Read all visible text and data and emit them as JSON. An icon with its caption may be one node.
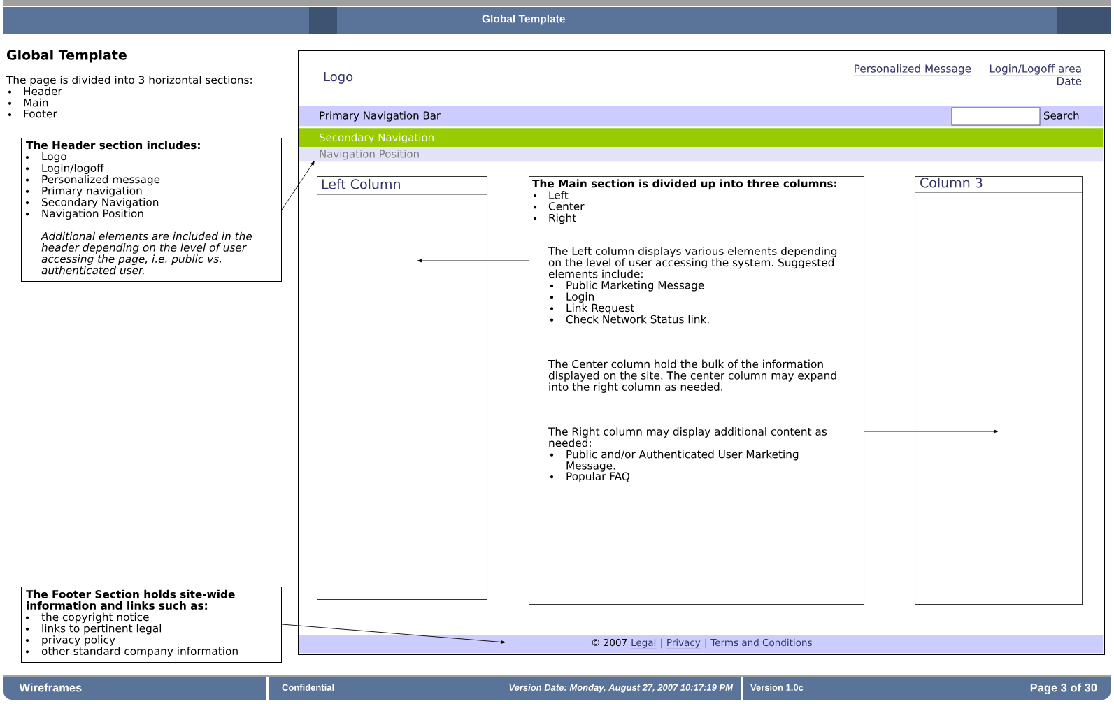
{
  "diagram": {
    "title": "Global Template",
    "nodes": [
      {
        "text": [
          "The Header section includes:",
          "Logo",
          "Login/logoff",
          "Personalized message",
          "Primary navigation",
          "Secondary Navigation",
          "Navigation Position",
          "Additional elements are included in the header depending on the level of user accessing the page, i.e. public vs. authenticated user."
        ]
      },
      {
        "text": [
          "Logo",
          "Personalized Message",
          "Login/Logoff area",
          "Date"
        ]
      },
      {
        "text": [
          "Primary Navigation Bar",
          "Search"
        ],
        "in": 1
      },
      {
        "text": [
          "Secondary Navigation"
        ],
        "in": 1
      },
      {
        "text": [
          "Navigation Position"
        ],
        "in": 1
      },
      {
        "text": [
          "Left Column"
        ],
        "in": 1
      },
      {
        "text": [
          "The Main section is divided up into three columns:",
          "Left",
          "Center",
          "Right",
          "The Left column displays various elements depending on the level of user accessing the system. Suggested elements include:",
          "Public Marketing Message",
          "Login",
          "Link Request",
          "Check Network Status link.",
          "The Center column hold the bulk of the information displayed on the site. The center column may expand into the right column as needed.",
          "The Right column may display additional content as needed:",
          "Public and/or Authenticated User Marketing Message.",
          "Popular FAQ"
        ],
        "in": 1
      },
      {
        "text": [
          "Column 3"
        ],
        "in": 1
      },
      {
        "text": [
          "© 2007",
          "Legal",
          "|",
          "Privacy",
          "|",
          "Terms and Conditions"
        ],
        "in": 1
      },
      {
        "text": [
          "The Footer Section holds site-wide information and links such as:",
          "the copyright notice",
          "links to pertinent legal",
          "privacy policy",
          "other standard company information"
        ]
      }
    ],
    "edges": [
      {
        "from": 0,
        "to": 4,
        "arrow": "to"
      },
      {
        "from": 6,
        "to": 5,
        "arrow": "to"
      },
      {
        "from": 6,
        "to": 7,
        "arrow": "to"
      },
      {
        "from": 9,
        "to": 8,
        "arrow": "to"
      }
    ],
    "labels": [
      "Global Template",
      "The page is divided into 3 horizontal sections:",
      "Header",
      "Main",
      "Footer",
      "Wireframes",
      "Confidential",
      "Version Date: Monday, August 27, 2007 10:17:19 PM",
      "Version 1.0c",
      "Page 3 of 30"
    ]
  }
}
